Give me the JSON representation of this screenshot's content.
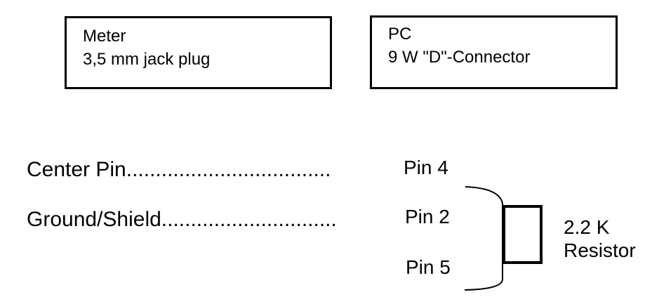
{
  "colors": {
    "ink": "#000000",
    "background": "#ffffff"
  },
  "boxes": {
    "meter": {
      "line1": "Meter",
      "line2": "3,5 mm jack plug"
    },
    "pc": {
      "line1": "PC",
      "line2": "9 W \"D\"-Connector"
    }
  },
  "connections": [
    {
      "label": "Center Pin...................................",
      "pin": "Pin 4"
    },
    {
      "label": "Ground/Shield..............................",
      "pin": "Pin 2"
    },
    {
      "label": "",
      "pin": "Pin 5"
    }
  ],
  "resistor": {
    "value": "2.2 K",
    "word": "Resistor"
  }
}
